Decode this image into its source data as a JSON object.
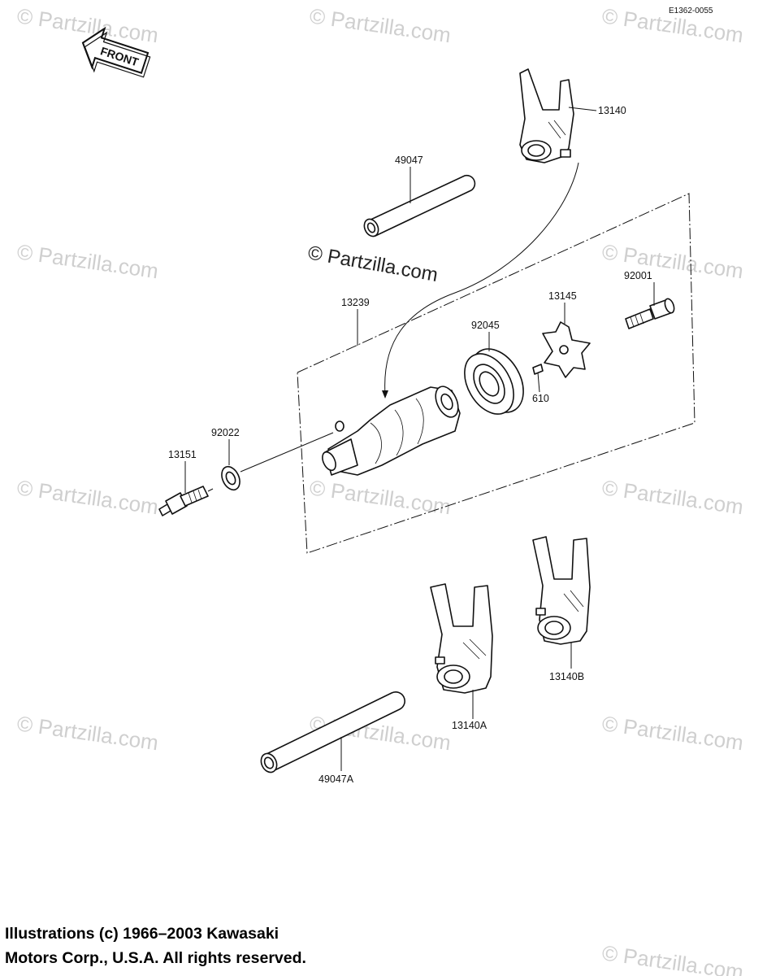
{
  "diagram": {
    "ref_code": "E1362-0055",
    "front_label": "FRONT",
    "watermark": "© Partzilla.com",
    "watermark_center": "© Partzilla.com",
    "parts": {
      "fork_top": "13140",
      "rod_top": "49047",
      "drum": "13239",
      "bearing": "92045",
      "plate": "13145",
      "bolt": "92001",
      "pin": "610",
      "washer": "92022",
      "switch": "13151",
      "fork_a": "13140A",
      "fork_b": "13140B",
      "rod_bottom": "49047A"
    }
  },
  "footer": {
    "line1": "Illustrations (c) 1966–2003 Kawasaki",
    "line2": "Motors Corp., U.S.A.  All rights reserved."
  }
}
